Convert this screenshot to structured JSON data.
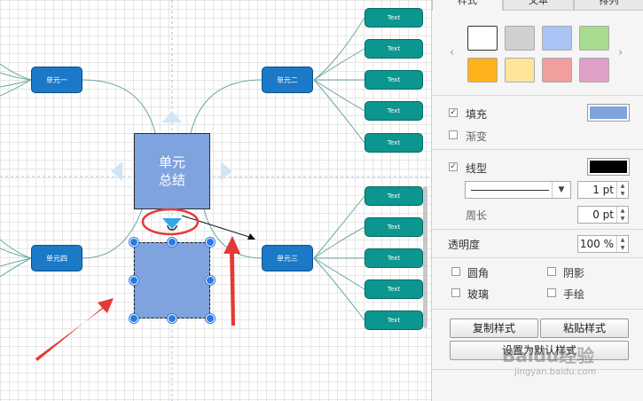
{
  "canvas": {
    "units": {
      "u1": "单元一",
      "u2": "单元二",
      "u3": "单元三",
      "u4": "单元四"
    },
    "summary": {
      "line1": "单元",
      "line2": "总结"
    },
    "leaf_label": "Text"
  },
  "panel": {
    "tabs": {
      "style": "样式",
      "text": "文本",
      "arrange": "排列"
    },
    "swatch_colors": [
      "#ffffff",
      "#d0d0d0",
      "#a9c4f5",
      "#a7dc8f",
      "#ffb21c",
      "#ffe59a",
      "#f19e9e",
      "#dfa0c8"
    ],
    "fill_label": "填充",
    "fill_checked": true,
    "fill_color": "#7ea3de",
    "gradient_label": "渐变",
    "gradient_checked": false,
    "line_label": "线型",
    "line_checked": true,
    "line_color": "#000000",
    "line_width": "1 pt",
    "perimeter_label": "周长",
    "perimeter_value": "0 pt",
    "opacity_label": "透明度",
    "opacity_value": "100 %",
    "rounded_label": "圆角",
    "shadow_label": "阴影",
    "glass_label": "玻璃",
    "sketch_label": "手绘",
    "copy_style": "复制样式",
    "paste_style": "粘贴样式",
    "set_default_style": "设置为默认样式"
  },
  "watermark": {
    "brand": "Baidu经验",
    "url": "jingyan.baidu.com"
  },
  "colors": {
    "unit": "#1b79c7",
    "leaf": "#0b968f",
    "annotation": "#e53935",
    "hover_arrow": "#30a7e8"
  }
}
